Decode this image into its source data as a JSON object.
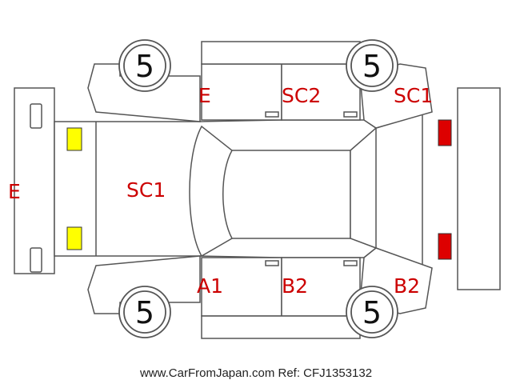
{
  "colors": {
    "damage_code": "#cc0000",
    "yellow_lamp": "#ffff00",
    "red_lamp": "#dd0000",
    "outline": "#555555"
  },
  "diagram": {
    "codes": {
      "front_bumper": "E",
      "hood": "SC1",
      "left_front_fender": "E",
      "left_rear_door": "SC2",
      "left_rear_fender": "SC1",
      "right_front_fender": "A1",
      "right_rear_door": "B2",
      "right_rear_fender": "B2"
    },
    "wheels": {
      "front_left": "5",
      "rear_left": "5",
      "front_right": "5",
      "rear_right": "5"
    }
  },
  "footer": {
    "text": "www.CarFromJapan.com Ref: CFJ1353132"
  }
}
